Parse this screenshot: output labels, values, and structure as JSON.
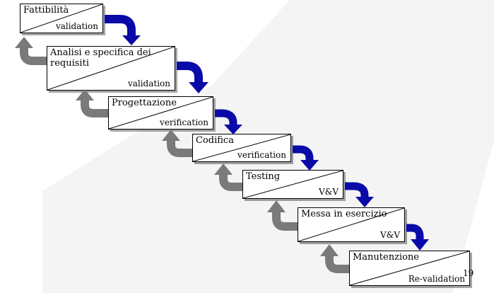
{
  "colors": {
    "forward_arrow": "#0a0aa8",
    "back_arrow": "#7a7a7a",
    "box_border": "#000000",
    "box_fill": "#ffffff"
  },
  "phases": [
    {
      "label": "Fattibilità",
      "check": "validation"
    },
    {
      "label": "Analisi e specifica dei requisiti",
      "check": "validation"
    },
    {
      "label": "Progettazione",
      "check": "verification"
    },
    {
      "label": "Codifica",
      "check": "verification"
    },
    {
      "label": "Testing",
      "check": "V&V"
    },
    {
      "label": "Messa in esercizio",
      "check": "V&V"
    },
    {
      "label": "Manutenzione",
      "check": "Re-validation"
    }
  ],
  "page_number": "19"
}
